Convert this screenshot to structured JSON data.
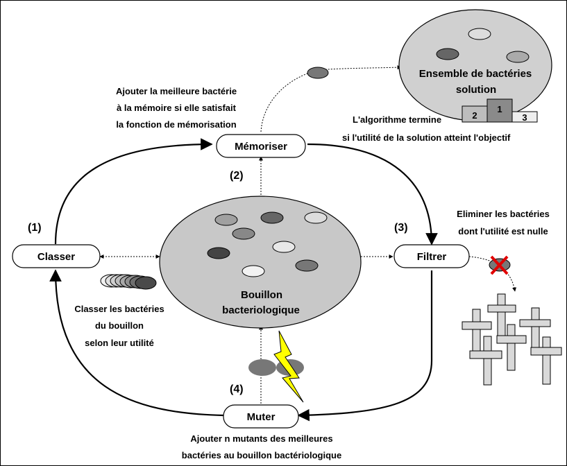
{
  "nodes": {
    "classer": "Classer",
    "memoriser": "Mémoriser",
    "filtrer": "Filtrer",
    "muter": "Muter"
  },
  "steps": {
    "one": "(1)",
    "two": "(2)",
    "three": "(3)",
    "four": "(4)"
  },
  "broth": {
    "line1": "Bouillon",
    "line2": "bacteriologique"
  },
  "solution": {
    "line1": "Ensemble de bactéries",
    "line2": "solution",
    "podium": [
      "2",
      "1",
      "3"
    ]
  },
  "notes": {
    "memo": [
      "Ajouter la meilleure bactérie",
      "à la mémoire si elle satisfait",
      "la fonction de mémorisation"
    ],
    "end": [
      "L'algorithme termine",
      "si l'utilité de la solution atteint l'objectif"
    ],
    "filter": [
      "Eliminer les bactéries",
      "dont l'utilité est nulle"
    ],
    "classify": [
      "Classer les bactéries",
      "du bouillon",
      "selon leur utilité"
    ],
    "mutate": [
      "Ajouter n mutants des meilleures",
      "bactéries au bouillon bactériologique"
    ]
  }
}
